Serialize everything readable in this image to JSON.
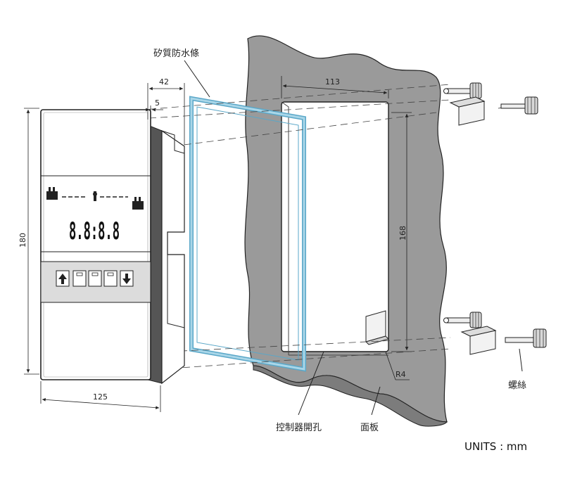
{
  "dimensions": {
    "depth": "42",
    "bezel": "5",
    "cutout_width": "113",
    "cutout_height": "168",
    "corner_radius": "R4",
    "front_height": "180",
    "front_width": "125"
  },
  "callouts": {
    "gasket": "矽質防水條",
    "cutout": "控制器開孔",
    "panel": "面板",
    "screws": "螺絲"
  },
  "display": {
    "digits": "8.8:8.8"
  },
  "units": "UNITS : mm",
  "colors": {
    "panel": "#9a9a9a",
    "gasket": "#a9d6e8",
    "gasket_edge": "#5aa7c8",
    "line": "#222222"
  }
}
